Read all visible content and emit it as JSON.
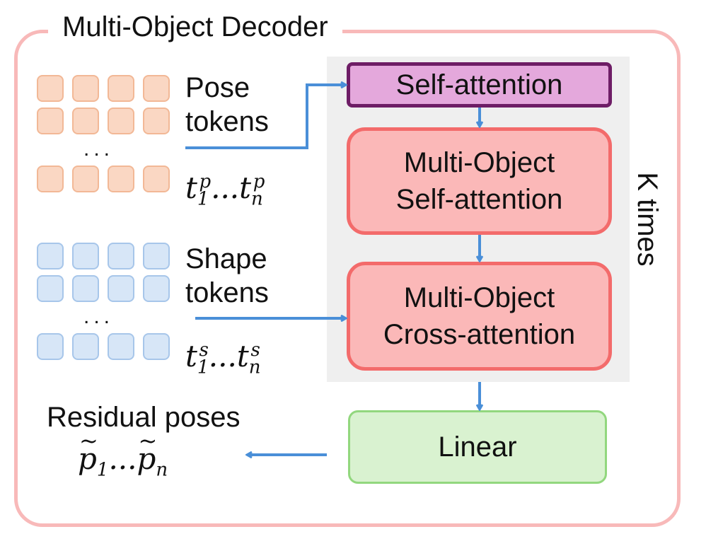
{
  "frame": {
    "title": "Multi-Object Decoder",
    "border_color": "#f8b9b9"
  },
  "repeat_label": "K times",
  "blocks": {
    "self_attention": "Self-attention",
    "multi_object_self": [
      "Multi-Object",
      "Self-attention"
    ],
    "multi_object_cross": [
      "Multi-Object",
      "Cross-attention"
    ],
    "linear": "Linear"
  },
  "inputs": {
    "pose": {
      "label": [
        "Pose",
        "tokens"
      ],
      "dots": "...",
      "seq_var": "t",
      "sup": "p",
      "first_sub": "1",
      "last_sub": "n",
      "ellipsis": "..."
    },
    "shape": {
      "label": [
        "Shape",
        "tokens"
      ],
      "dots": "...",
      "seq_var": "t",
      "sup": "s",
      "first_sub": "1",
      "last_sub": "n",
      "ellipsis": "..."
    }
  },
  "output": {
    "label": "Residual poses",
    "var": "p",
    "first_sub": "1",
    "last_sub": "n",
    "ellipsis": "..."
  },
  "colors": {
    "arrow": "#4a8fd8",
    "self_attention_fill": "#e4a8dc",
    "self_attention_border": "#6e1d66",
    "multi_object_fill": "#fbb8b8",
    "multi_object_border": "#f36b6b",
    "linear_fill": "#d9f2d0",
    "linear_border": "#92d77e",
    "pose_token": "#fad7c3",
    "shape_token": "#d7e6f7",
    "repeat_bg": "#efefef"
  }
}
